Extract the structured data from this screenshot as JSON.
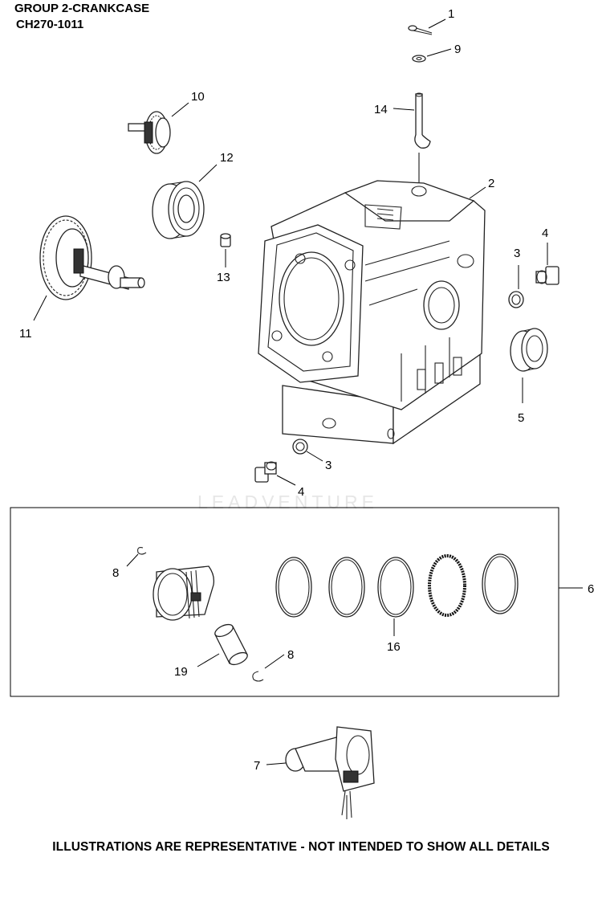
{
  "header": {
    "title": "GROUP 2-CRANKCASE",
    "subtitle": "CH270-1011"
  },
  "watermark": "LEADVENTURE",
  "footer": "ILLUSTRATIONS ARE REPRESENTATIVE - NOT INTENDED TO SHOW ALL DETAILS",
  "callouts": {
    "c1": "1",
    "c2": "2",
    "c3a": "3",
    "c3b": "3",
    "c4a": "4",
    "c4b": "4",
    "c5": "5",
    "c6": "6",
    "c7": "7",
    "c8a": "8",
    "c8b": "8",
    "c9": "9",
    "c10": "10",
    "c11": "11",
    "c12": "12",
    "c13": "13",
    "c14": "14",
    "c16": "16",
    "c19": "19"
  }
}
